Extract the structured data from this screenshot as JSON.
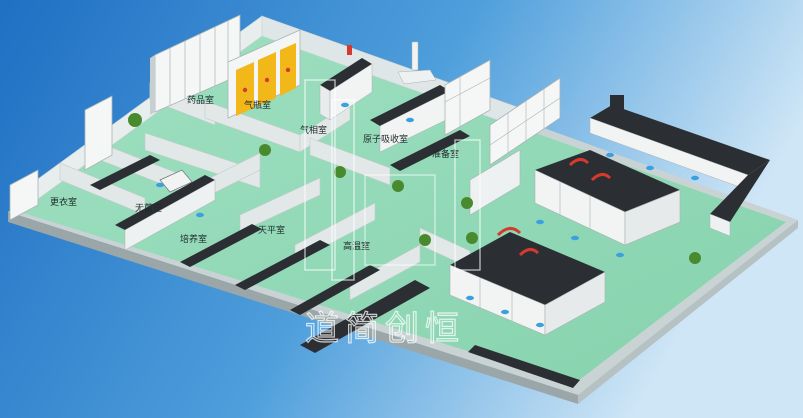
{
  "scene": {
    "kind": "isometric laboratory floor plan rendering",
    "colors": {
      "background_left": "#1f6fc4",
      "background_right": "#cfe6f6",
      "floor": "#8fd8b6",
      "wall": "#dfe6e6",
      "bench_top": "#2b2f33",
      "cabinet": "#f2f4f4",
      "gas_cabinet": "#f2b81a",
      "stool": "#3aa0e0",
      "accent_red": "#d63a2c",
      "plant": "#4a8a2e"
    }
  },
  "rooms": [
    {
      "id": "medicine",
      "label": "药品室"
    },
    {
      "id": "gas",
      "label": "气瓶室"
    },
    {
      "id": "gas-phase",
      "label": "气相室"
    },
    {
      "id": "atomic-absorption",
      "label": "原子吸收室"
    },
    {
      "id": "prep",
      "label": "准备室"
    },
    {
      "id": "changing",
      "label": "更衣室"
    },
    {
      "id": "sterile",
      "label": "无菌室"
    },
    {
      "id": "culture",
      "label": "培养室"
    },
    {
      "id": "balance",
      "label": "天平室"
    },
    {
      "id": "high-temp",
      "label": "高温室"
    }
  ],
  "watermark": {
    "kind": "logo",
    "text": "道简创恒"
  }
}
